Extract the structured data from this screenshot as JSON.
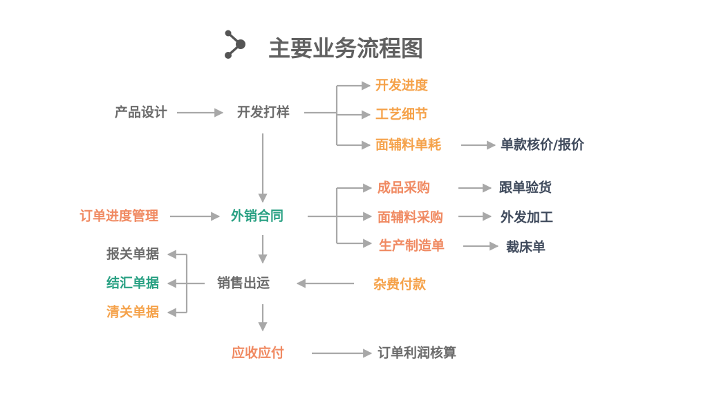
{
  "title": "主要业务流程图",
  "colors": {
    "line": "#a8a8a8",
    "gray": "#6b6b6b",
    "orange": "#f5a24a",
    "salmon": "#f08a62",
    "teal": "#27a082",
    "navy": "#3f4a5c"
  },
  "nodes": {
    "product_design": "产品设计",
    "sample_making": "开发打样",
    "dev_progress": "开发进度",
    "craft_details": "工艺细节",
    "material_consumption": "面辅料单耗",
    "costing_quote": "单款核价/报价",
    "order_progress": "订单进度管理",
    "export_contract": "外销合同",
    "finished_purchase": "成品采购",
    "follow_inspection": "跟单验货",
    "material_purchase": "面辅料采购",
    "outsourcing": "外发加工",
    "production_order": "生产制造单",
    "cutting_order": "裁床单",
    "customs_declaration": "报关单据",
    "fx_settlement": "结汇单据",
    "customs_clearance": "清关单据",
    "sales_shipment": "销售出运",
    "misc_payment": "杂费付款",
    "receivable_payable": "应收应付",
    "order_profit": "订单利润核算"
  }
}
